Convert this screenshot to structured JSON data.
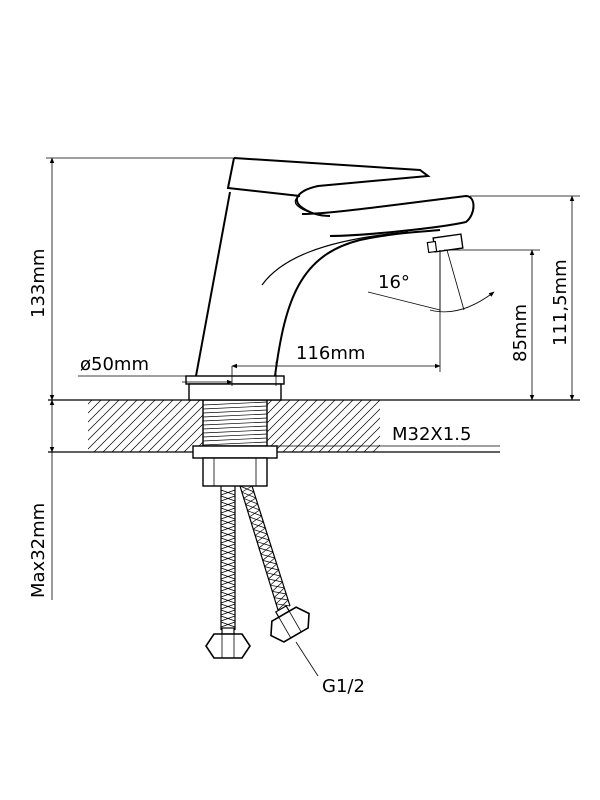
{
  "dimensions": {
    "height_total": "133mm",
    "base_diameter": "ø50mm",
    "reach": "116mm",
    "angle": "16°",
    "spout_height": "85mm",
    "overall_height": "111,5mm",
    "thread": "M32X1.5",
    "max_thickness": "Max32mm",
    "hose_connection": "G1/2"
  },
  "colors": {
    "line": "#000000",
    "background": "#ffffff"
  }
}
